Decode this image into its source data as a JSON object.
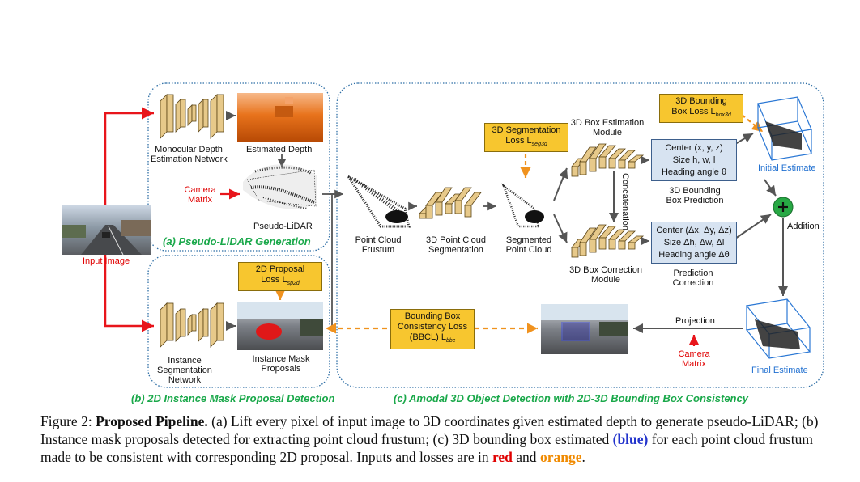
{
  "panels": {
    "a_title": "(a) Pseudo-LiDAR Generation",
    "b_title": "(b) 2D Instance Mask Proposal Detection",
    "c_title": "(c) Amodal 3D Object Detection with 2D-3D Bounding Box Consistency"
  },
  "labels": {
    "input_image": "Input Image",
    "mono_depth": [
      "Monocular Depth",
      "Estimation Network"
    ],
    "estimated_depth": "Estimated Depth",
    "camera_matrix_a": [
      "Camera",
      "Matrix"
    ],
    "pseudo_lidar": "Pseudo-LiDAR",
    "instance_seg": [
      "Instance",
      "Segmentation",
      "Network"
    ],
    "instance_mask": [
      "Instance Mask",
      "Proposals"
    ],
    "point_cloud_frustum": [
      "Point Cloud",
      "Frustum"
    ],
    "pc_segmentation": [
      "3D Point Cloud",
      "Segmentation"
    ],
    "segmented_pc": [
      "Segmented",
      "Point Cloud"
    ],
    "box_est_module": [
      "3D Box Estimation",
      "Module"
    ],
    "box_corr_module": [
      "3D Box Correction",
      "Module"
    ],
    "concatenation": "Concatenation",
    "box_prediction": [
      "3D Bounding",
      "Box Prediction"
    ],
    "prediction_correction": [
      "Prediction",
      "Correction"
    ],
    "initial_estimate": "Initial Estimate",
    "addition": "Addition",
    "projection": "Projection",
    "camera_matrix_c": [
      "Camera",
      "Matrix"
    ],
    "final_estimate": "Final Estimate"
  },
  "loss_boxes": {
    "proposal_2d": [
      "2D Proposal",
      "Loss L"
    ],
    "proposal_2d_sub": "sp2d",
    "seg_3d": [
      "3D Segmentation",
      "Loss L"
    ],
    "seg_3d_sub": "seg3d",
    "box_3d": [
      "3D Bounding",
      "Box Loss L"
    ],
    "box_3d_sub": "box3d",
    "bbcl": [
      "Bounding Box",
      "Consistency Loss",
      "(BBCL) L"
    ],
    "bbcl_sub": "bbc"
  },
  "param_boxes": {
    "initial": [
      "Center (x, y, z)",
      "Size h, w, l",
      "Heading angle θ"
    ],
    "correction": [
      "Center (Δx, Δy, Δz)",
      "Size Δh, Δw, Δl",
      "Heading angle Δθ"
    ]
  },
  "caption": {
    "prefix": "Figure 2: ",
    "bold": "Proposed Pipeline.",
    "text1": " (a) Lift every pixel of input image to 3D coordinates given estimated depth to generate pseudo-LiDAR; (b) Instance mask proposals detected for extracting point cloud frustum; (c) 3D bounding box estimated ",
    "blue": "(blue)",
    "text2": " for each point cloud frustum made to be consistent with corresponding 2D proposal. Inputs and losses are in ",
    "red": "red",
    "text3": " and ",
    "orange": "orange",
    "text4": "."
  },
  "colors": {
    "red_arrow": "#e8151b",
    "orange_arrow": "#f0921e",
    "gray_arrow": "#555555",
    "panel_border": "#2f6fa6",
    "loss_fill": "#f7c62f",
    "param_fill": "#d7e3f1",
    "network_fill": "#e7c98a",
    "title_green": "#1aa84a",
    "addition_green": "#27a844"
  },
  "icons": [
    "plus-icon",
    "network-icon",
    "point-cloud-icon",
    "3d-box-icon"
  ]
}
